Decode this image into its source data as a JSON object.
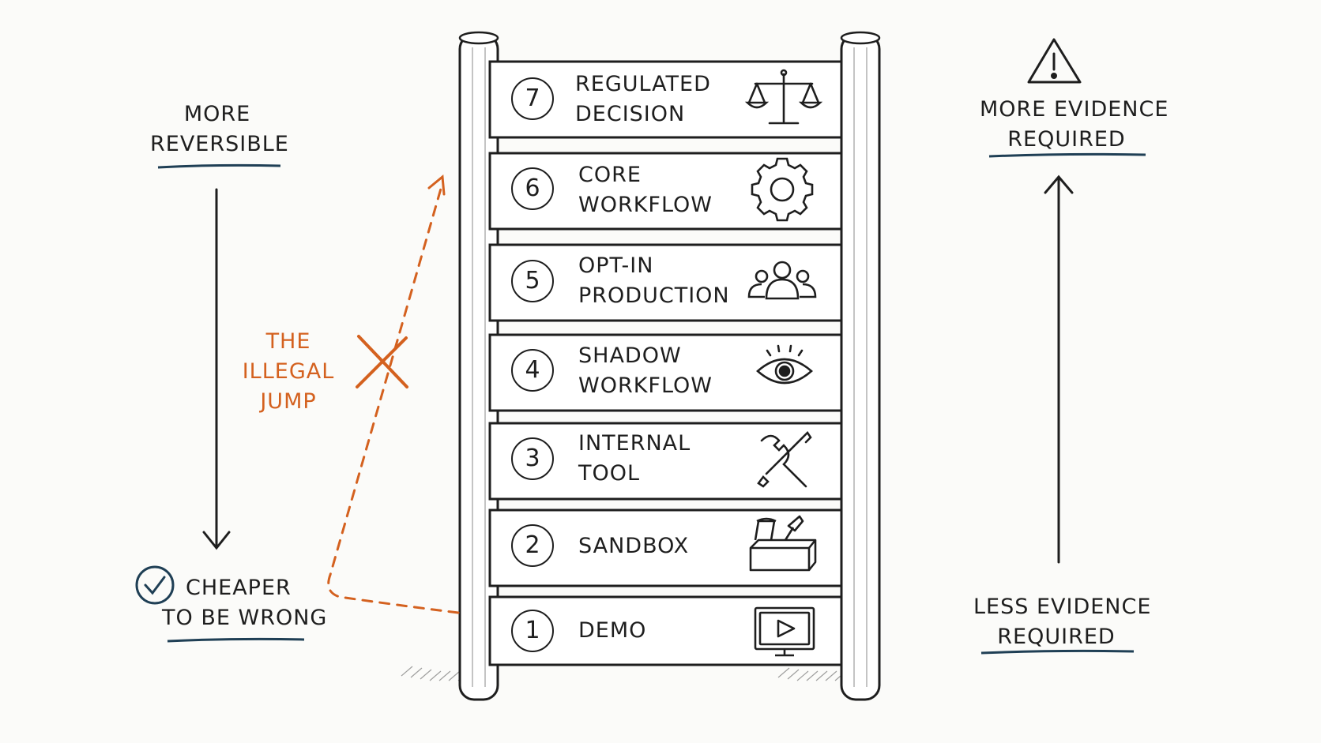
{
  "left": {
    "top_label": [
      "MORE",
      "REVERSIBLE"
    ],
    "bottom_label": [
      "CHEAPER",
      "TO BE WRONG"
    ]
  },
  "right": {
    "top_label": [
      "MORE EVIDENCE",
      "REQUIRED"
    ],
    "bottom_label": [
      "LESS EVIDENCE",
      "REQUIRED"
    ]
  },
  "jump_label": [
    "THE",
    "ILLEGAL",
    "JUMP"
  ],
  "rungs": [
    {
      "number": "7",
      "lines": [
        "REGULATED",
        "DECISION"
      ],
      "icon": "scales-icon"
    },
    {
      "number": "6",
      "lines": [
        "CORE",
        "WORKFLOW"
      ],
      "icon": "gear-icon"
    },
    {
      "number": "5",
      "lines": [
        "OPT-IN",
        "PRODUCTION"
      ],
      "icon": "people-icon"
    },
    {
      "number": "4",
      "lines": [
        "SHADOW",
        "WORKFLOW"
      ],
      "icon": "eye-icon"
    },
    {
      "number": "3",
      "lines": [
        "INTERNAL",
        "TOOL"
      ],
      "icon": "tools-icon"
    },
    {
      "number": "2",
      "lines": [
        "SANDBOX"
      ],
      "icon": "sandbox-icon"
    },
    {
      "number": "1",
      "lines": [
        "DEMO"
      ],
      "icon": "monitor-play-icon"
    }
  ],
  "colors": {
    "ink": "#1e1e1e",
    "accent": "#d4611f",
    "underline": "#1f3f55",
    "check": "#1f3f55"
  }
}
